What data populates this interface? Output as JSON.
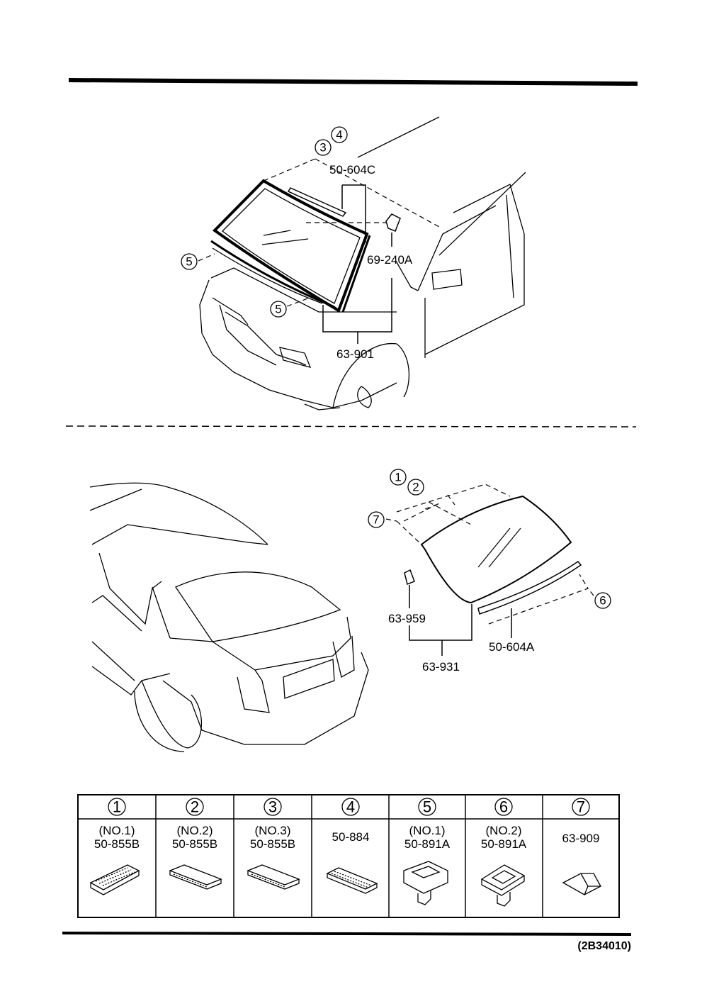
{
  "front_section": {
    "callouts": [
      "3",
      "4",
      "5",
      "5"
    ],
    "part_labels": {
      "molding_upper": "50-604C",
      "clip": "69-240A",
      "windshield": "63-901"
    }
  },
  "rear_section": {
    "callouts": [
      "1",
      "2",
      "7",
      "6"
    ],
    "part_labels": {
      "fastener": "63-959",
      "rear_glass": "63-931",
      "molding": "50-604A"
    }
  },
  "parts_table": {
    "columns": [
      {
        "num": "1",
        "line1": "(NO.1)",
        "line2": "50-855B"
      },
      {
        "num": "2",
        "line1": "(NO.2)",
        "line2": "50-855B"
      },
      {
        "num": "3",
        "line1": "(NO.3)",
        "line2": "50-855B"
      },
      {
        "num": "4",
        "line1": "",
        "line2": "50-884"
      },
      {
        "num": "5",
        "line1": "(NO.1)",
        "line2": "50-891A"
      },
      {
        "num": "6",
        "line1": "(NO.2)",
        "line2": "50-891A"
      },
      {
        "num": "7",
        "line1": "",
        "line2": "63-909"
      }
    ]
  },
  "diagram_code": "(2B34010)"
}
